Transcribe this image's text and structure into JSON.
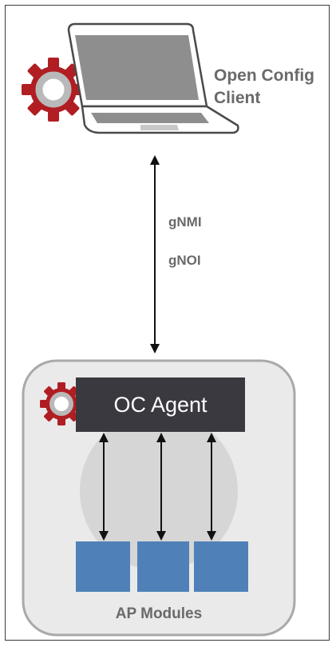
{
  "client": {
    "label_line1": "Open Config",
    "label_line2": "Client"
  },
  "protocols": [
    "gNMI",
    "gNOI"
  ],
  "agent": {
    "label": "OC Agent"
  },
  "modules": {
    "label": "AP Modules",
    "count": 3
  },
  "icons": {
    "gear": "gear-icon",
    "laptop": "laptop-icon"
  },
  "colors": {
    "gear": "#b01e23",
    "agent_bg": "#3a3940",
    "module": "#4f81b8",
    "container_border": "#a9a9a9",
    "container_bg": "#eaeaea",
    "label_gray": "#6a6a6a"
  }
}
